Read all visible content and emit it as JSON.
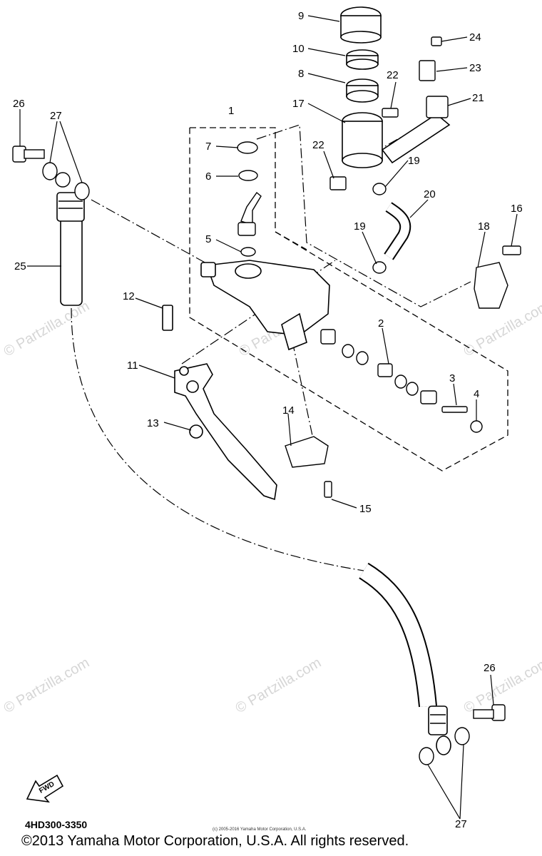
{
  "diagram": {
    "model_code": "4HD300-3350",
    "copyright": "©2013 Yamaha Motor Corporation, U.S.A. All rights reserved.",
    "small_copyright": "(c) 2005-2016 Yamaha Motor Corporation, U.S.A.",
    "watermark": "© Partzilla.com",
    "fwd_label": "FWD",
    "callouts": {
      "c1": "1",
      "c2": "2",
      "c3": "3",
      "c4": "4",
      "c5": "5",
      "c6": "6",
      "c7": "7",
      "c8": "8",
      "c9": "9",
      "c10": "10",
      "c11": "11",
      "c12": "12",
      "c13": "13",
      "c14": "14",
      "c15": "15",
      "c16": "16",
      "c17": "17",
      "c18": "18",
      "c19a": "19",
      "c19b": "19",
      "c20": "20",
      "c21": "21",
      "c22a": "22",
      "c22b": "22",
      "c23": "23",
      "c24": "24",
      "c25": "25",
      "c26a": "26",
      "c26b": "26",
      "c27a": "27",
      "c27b": "27"
    }
  }
}
